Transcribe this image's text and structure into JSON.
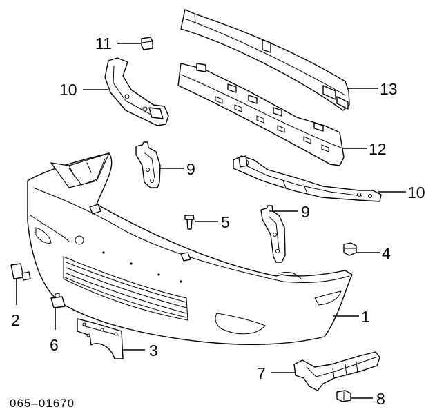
{
  "callouts": {
    "p1": "1",
    "p2": "2",
    "p3": "3",
    "p4": "4",
    "p5": "5",
    "p6": "6",
    "p7": "7",
    "p8": "8",
    "p9a": "9",
    "p9b": "9",
    "p10a": "10",
    "p10b": "10",
    "p11": "11",
    "p12": "12",
    "p13": "13"
  },
  "reference_number": "065–01670"
}
